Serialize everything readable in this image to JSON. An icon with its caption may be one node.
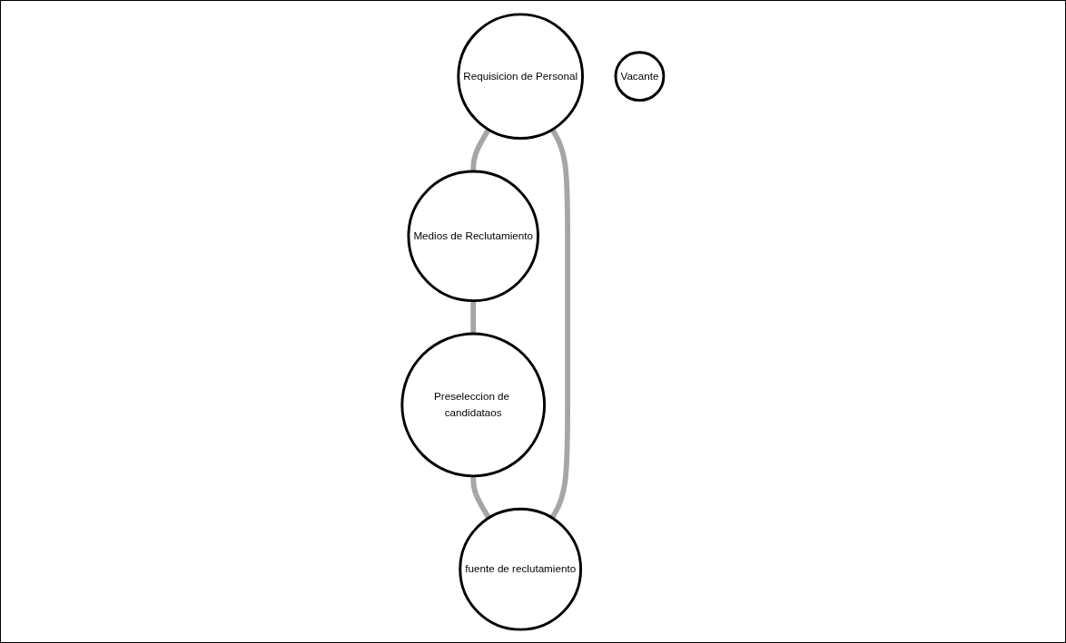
{
  "diagram": {
    "nodes": [
      {
        "text": [
          "Requisicion de Personal"
        ]
      },
      {
        "text": [
          "fuente de reclutamiento"
        ]
      },
      {
        "text": [
          "Vacante"
        ]
      },
      {
        "text": [
          "Medios de Reclutamiento"
        ]
      },
      {
        "text": [
          "Preseleccion de candidataos"
        ]
      }
    ],
    "edges": [
      {
        "from": 0,
        "to": 3,
        "arrow": "none"
      },
      {
        "from": 3,
        "to": 4,
        "arrow": "none"
      },
      {
        "from": 4,
        "to": 1,
        "arrow": "none"
      },
      {
        "from": 1,
        "to": 0,
        "arrow": "none"
      }
    ]
  }
}
